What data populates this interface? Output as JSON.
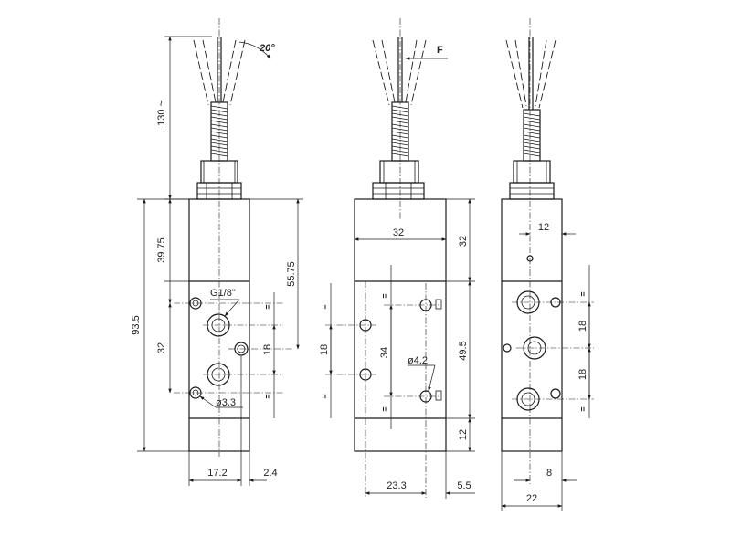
{
  "colors": {
    "line": "#1a1a1a",
    "background": "#ffffff"
  },
  "views": {
    "front": {
      "dims": {
        "height_top": "130 ~",
        "height_body": "39.75",
        "height_total": "93.5",
        "height_lower": "32",
        "height_ports": "55.75",
        "spacing": "18",
        "width_a": "17.2",
        "width_b": "2.4",
        "angle": "20°"
      },
      "labels": {
        "thread": "G1/8\"",
        "hole": "ø3.3"
      }
    },
    "middle": {
      "dims": {
        "width": "32",
        "spacing": "18",
        "port_span": "34",
        "height_top": "32",
        "height_mid": "49.5",
        "height_bottom": "12",
        "offset_a": "23.3",
        "offset_b": "5.5"
      },
      "labels": {
        "force": "F",
        "hole": "ø4.2"
      }
    },
    "side": {
      "dims": {
        "top_offset": "12",
        "spacing_a": "18",
        "spacing_b": "18",
        "width_a": "8",
        "width_b": "22"
      }
    }
  },
  "symbols": {
    "parallel": "="
  }
}
